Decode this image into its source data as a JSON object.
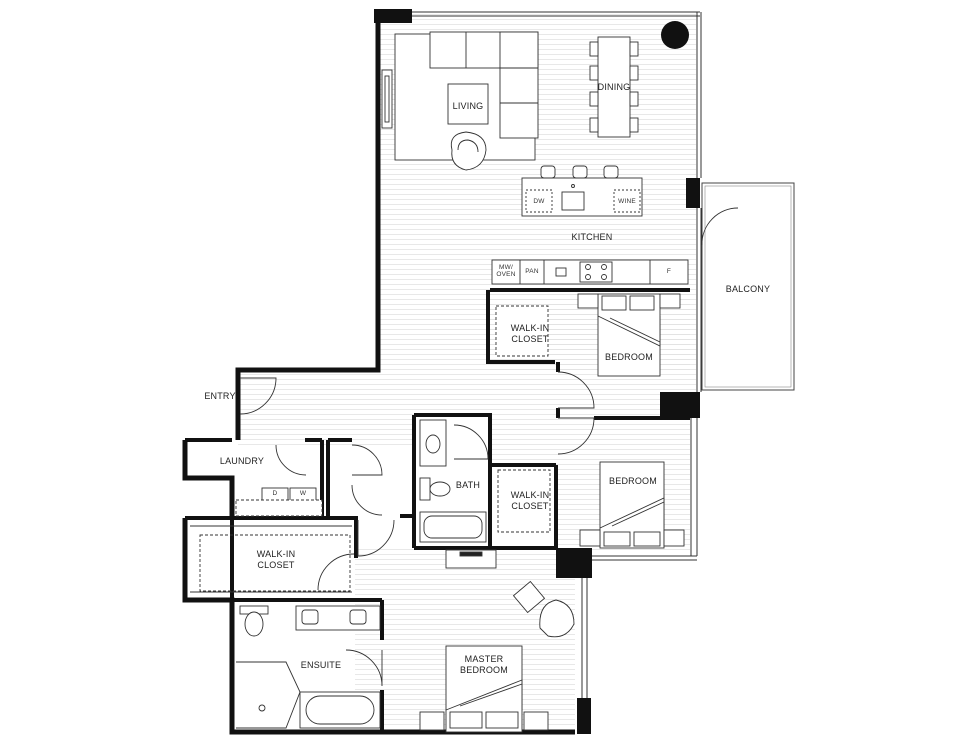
{
  "rooms": {
    "living": "LIVING",
    "dining": "DINING",
    "kitchen": "KITCHEN",
    "balcony": "BALCONY",
    "entry": "ENTRY",
    "laundry": "LAUNDRY",
    "walkin1_a": "WALK-IN",
    "walkin1_b": "CLOSET",
    "bedroom1": "BEDROOM",
    "walkin2_a": "WALK-IN",
    "walkin2_b": "CLOSET",
    "bedroom2": "BEDROOM",
    "bath": "BATH",
    "walkin3_a": "WALK-IN",
    "walkin3_b": "CLOSET",
    "ensuite": "ENSUITE",
    "master_a": "MASTER",
    "master_b": "BEDROOM"
  },
  "appliances": {
    "dw": "DW",
    "wine": "WINE",
    "mw_a": "MW/",
    "mw_b": "OVEN",
    "pan": "PAN",
    "fridge": "F",
    "dryer": "D",
    "washer": "W"
  }
}
